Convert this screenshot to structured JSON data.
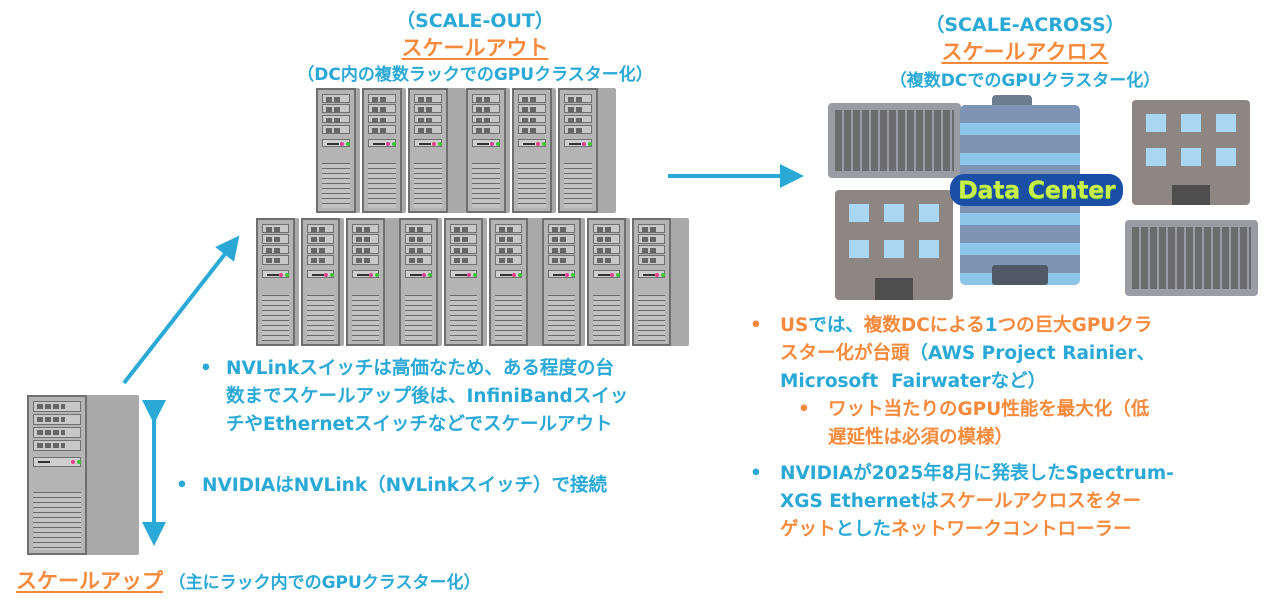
{
  "scale_out": {
    "title_en": "（SCALE-OUT）",
    "title_jp": "スケールアウト",
    "subtitle": "（DC内の複数ラックでのGPUクラスター化）",
    "note": {
      "line1": "NVLinkスイッチは高価なため、ある程度の台",
      "line2": "数までスケールアップ後は、InfiniBandスイッ",
      "line3": "チやEthernetスイッチなどでスケールアウト"
    }
  },
  "scale_across": {
    "title_en": "（SCALE-ACROSS）",
    "title_jp": "スケールアクロス",
    "subtitle": "（複数DCでのGPUクラスター化）",
    "datacenter_label": "Data Center",
    "bullet1": {
      "l1_a": "US",
      "l1_b": "では、",
      "l1_c": "複数DCによる",
      "l1_d": "1",
      "l1_e": "つの巨大GPUクラ",
      "l2_a": "スター化が台頭",
      "l2_b": "（AWS Project Rainier、",
      "l3": "Microsoft  Fairwaterなど）"
    },
    "sub_bullet": {
      "l1": "ワット当たりのGPU性能を最大化（低",
      "l2": "遅延性は必須の模様）"
    },
    "bullet2": {
      "l1": "NVIDIAが2025年8月に発表したSpectrum-",
      "l2_a": "XGS Ethernetは",
      "l2_b": "スケールアクロスをター",
      "l3_a": "ゲット",
      "l3_b": "とした",
      "l3_c": "ネットワークコントローラー"
    }
  },
  "scale_up": {
    "title_jp": "スケールアップ",
    "subtitle": "（主にラック内でのGPUクラスター化）",
    "note": "NVIDIAはNVLink（NVLinkスイッチ）で接続"
  },
  "bullet_glyph": "•",
  "colors": {
    "blue": "#2aa9d6",
    "orange": "#f58a3c",
    "navy": "#1f4f8f"
  }
}
